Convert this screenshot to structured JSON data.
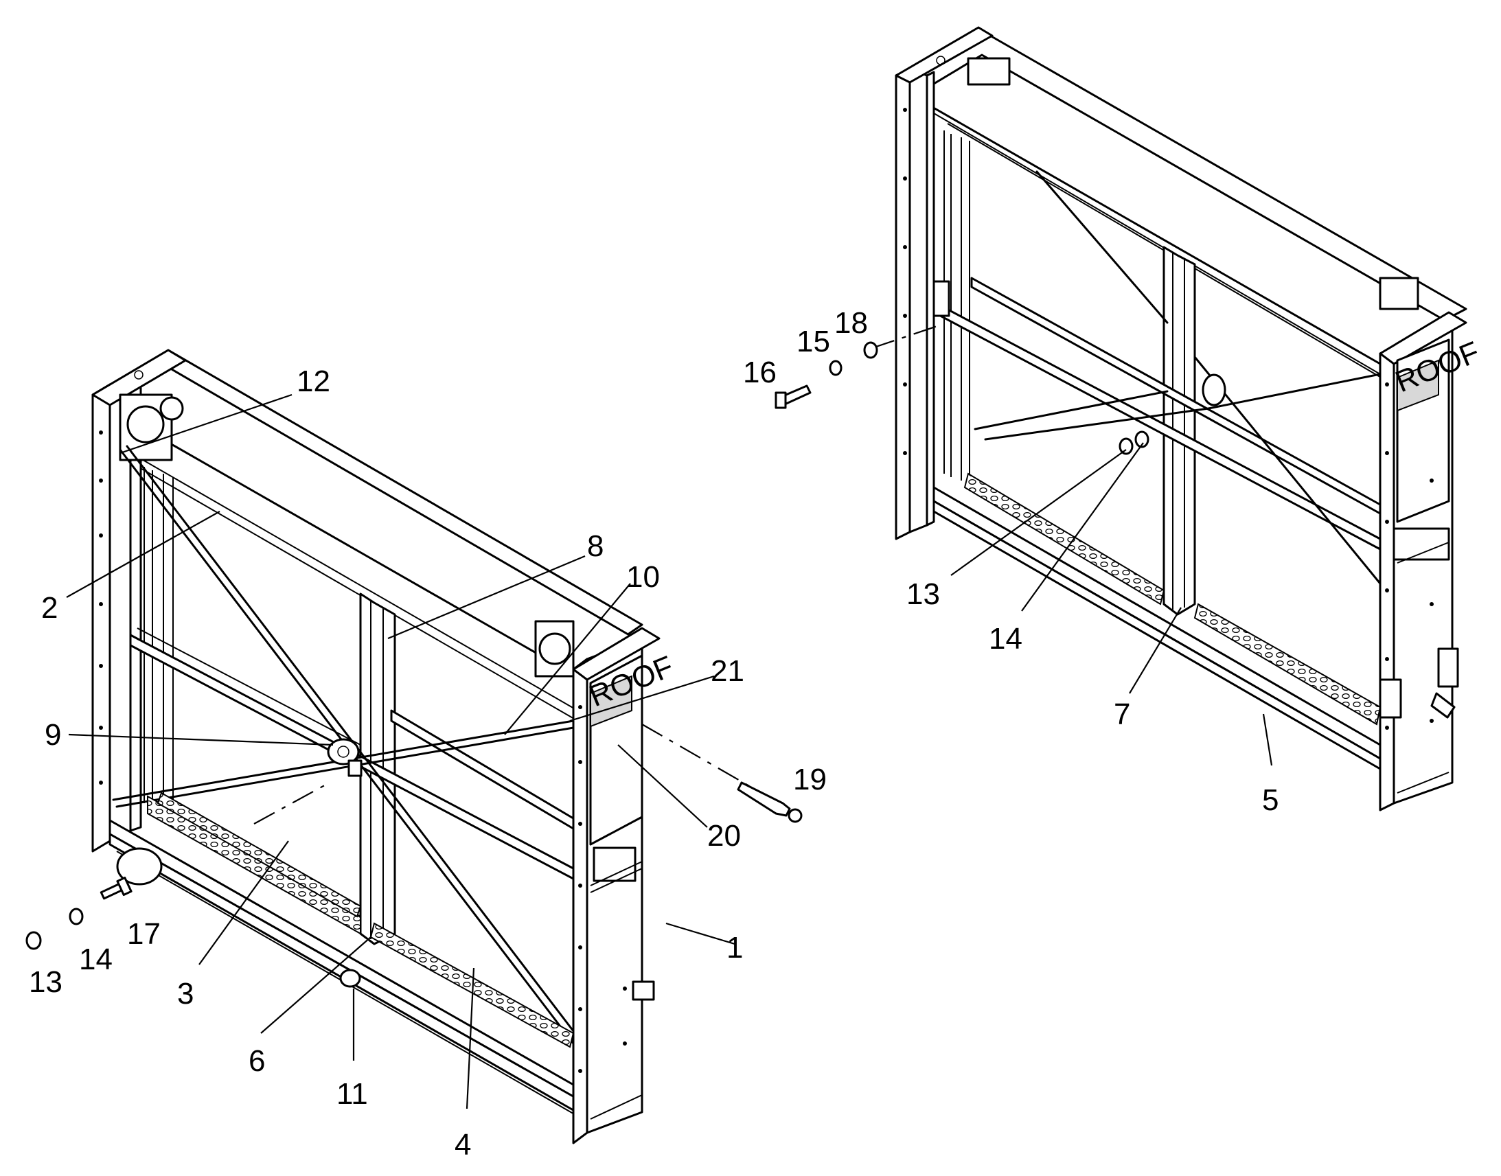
{
  "diagram": {
    "callouts": [
      "1",
      "2",
      "3",
      "4",
      "5",
      "6",
      "7",
      "8",
      "9",
      "10",
      "11",
      "12",
      "13",
      "14",
      "15",
      "16",
      "17",
      "18",
      "19",
      "20",
      "21"
    ],
    "callouts_right": [
      "13",
      "14",
      "15",
      "16",
      "18",
      "5",
      "7"
    ],
    "logo_text": "ROOF"
  }
}
